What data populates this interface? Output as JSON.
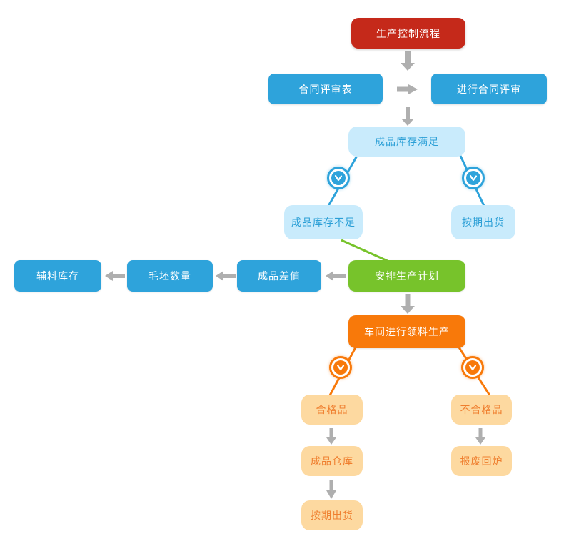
{
  "diagram": {
    "title": "生产控制流程",
    "nodes": {
      "production_control": {
        "label": "生产控制流程"
      },
      "contract_review_form": {
        "label": "合同评审表"
      },
      "conduct_contract_review": {
        "label": "进行合同评审"
      },
      "finished_stock_sufficient": {
        "label": "成品库存满足"
      },
      "finished_stock_insufficient": {
        "label": "成品库存不足"
      },
      "ship_on_schedule_top": {
        "label": "按期出货"
      },
      "auxiliary_stock": {
        "label": "辅料库存"
      },
      "blank_quantity": {
        "label": "毛坯数量"
      },
      "finished_difference": {
        "label": "成品差值"
      },
      "arrange_production_plan": {
        "label": "安排生产计划"
      },
      "workshop_production": {
        "label": "车间进行领料生产"
      },
      "qualified": {
        "label": "合格品"
      },
      "unqualified": {
        "label": "不合格品"
      },
      "finished_warehouse": {
        "label": "成品仓库"
      },
      "scrap_remelt": {
        "label": "报废回炉"
      },
      "ship_on_schedule_bottom": {
        "label": "按期出货"
      }
    },
    "icons": {
      "branch_marker": "clock-icon"
    },
    "colors": {
      "red": "#c5291a",
      "blue": "#2ea3db",
      "light_blue": "#c9ebfc",
      "light_blue_text": "#2b9fd6",
      "green": "#77c32b",
      "orange": "#f8790a",
      "light_orange": "#fdd9a0",
      "light_orange_text": "#ef7e2e",
      "arrow_gray": "#afafaf"
    }
  }
}
